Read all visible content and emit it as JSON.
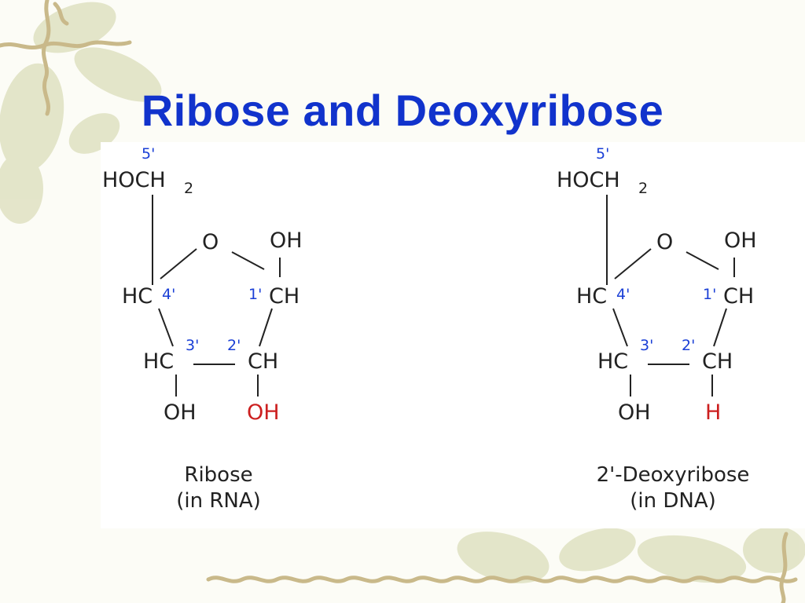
{
  "slide": {
    "title": "Ribose and Deoxyribose"
  },
  "colors": {
    "title": "#1133cc",
    "position_labels": "#1a3fd6",
    "highlight": "#cc1f1f",
    "atoms": "#222222"
  },
  "structures": [
    {
      "atoms": {
        "c5_group": "HOCH",
        "c5_subscript": "2",
        "ring_oxygen": "O",
        "c1_oh": "OH",
        "c4_h": "HC",
        "c1_ch": "CH",
        "c3_h": "HC",
        "c2_ch": "CH",
        "c3_oh": "OH",
        "c2_substituent": "OH"
      },
      "positions": {
        "p5": "5'",
        "p4": "4'",
        "p1": "1'",
        "p3": "3'",
        "p2": "2'"
      },
      "caption": {
        "name": "Ribose",
        "note": "(in RNA)"
      }
    },
    {
      "atoms": {
        "c5_group": "HOCH",
        "c5_subscript": "2",
        "ring_oxygen": "O",
        "c1_oh": "OH",
        "c4_h": "HC",
        "c1_ch": "CH",
        "c3_h": "HC",
        "c2_ch": "CH",
        "c3_oh": "OH",
        "c2_substituent": "H"
      },
      "positions": {
        "p5": "5'",
        "p4": "4'",
        "p1": "1'",
        "p3": "3'",
        "p2": "2'"
      },
      "caption": {
        "name": "2'-Deoxyribose",
        "note": "(in DNA)"
      }
    }
  ]
}
